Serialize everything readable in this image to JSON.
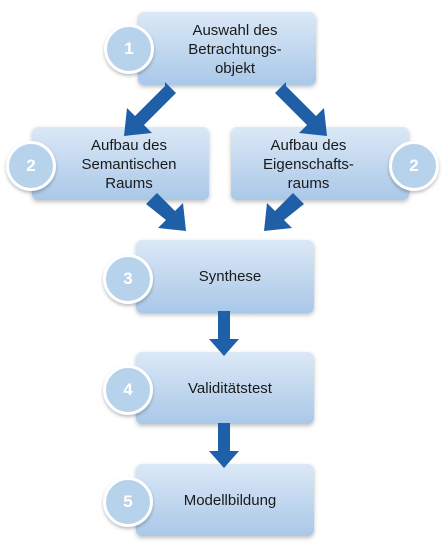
{
  "steps": [
    {
      "num": "1",
      "label": "Auswahl des\nBetrachtungs-\nobjekt"
    },
    {
      "num": "2",
      "label": "Aufbau des\nSemantischen\nRaums"
    },
    {
      "num": "2",
      "label": "Aufbau des\nEigenschafts-\nraums"
    },
    {
      "num": "3",
      "label": "Synthese"
    },
    {
      "num": "4",
      "label": "Validitätstest"
    },
    {
      "num": "5",
      "label": "Modellbildung"
    }
  ],
  "colors": {
    "box_fill_top": "#dbe8f6",
    "box_fill_bottom": "#a9c8e8",
    "badge": "#b7d3ec",
    "arrow": "#1f5fa8"
  }
}
